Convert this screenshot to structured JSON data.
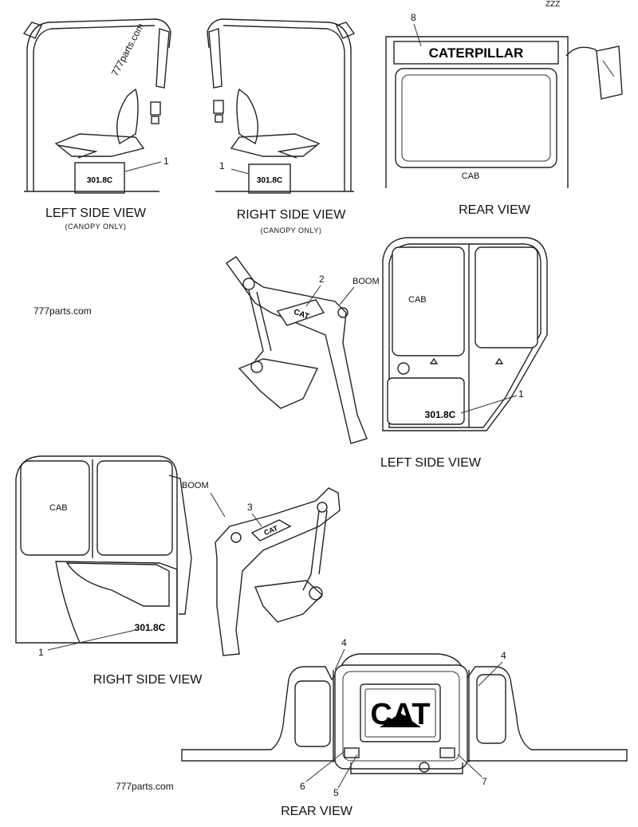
{
  "corner_code": "ZZZ",
  "watermarks": [
    "777parts.com",
    "777parts.com",
    "777parts.com"
  ],
  "views": {
    "left_side_canopy": "LEFT SIDE VIEW",
    "left_side_canopy_sub": "(CANOPY ONLY)",
    "right_side_canopy": "RIGHT SIDE VIEW",
    "right_side_canopy_sub": "(CANOPY ONLY)",
    "rear_cab": "REAR VIEW",
    "left_side_cab": "LEFT SIDE VIEW",
    "right_side_cab": "RIGHT SIDE VIEW",
    "rear_bottom": "REAR VIEW"
  },
  "decals": {
    "model": "301.8C",
    "brand_bar": "CATERPILLAR",
    "boom_logo": "CAT",
    "rear_logo": "CAT"
  },
  "tags": {
    "cab": "CAB",
    "boom": "BOOM"
  },
  "callouts": {
    "c1": "1",
    "c2": "2",
    "c3": "3",
    "c4": "4",
    "c5": "5",
    "c6": "6",
    "c7": "7",
    "c8": "8"
  }
}
